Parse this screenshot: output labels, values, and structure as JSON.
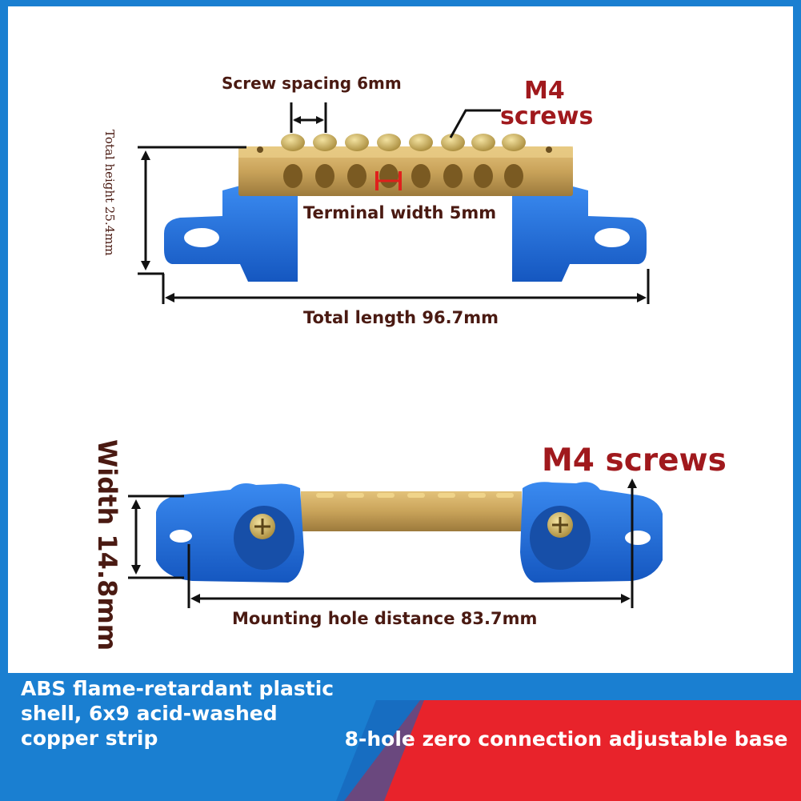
{
  "top_view": {
    "screw_spacing_label": "Screw spacing 6mm",
    "m4_label_line1": "M4",
    "m4_label_line2": "screws",
    "total_height_label": "Total height 25.4mm",
    "terminal_width_label": "Terminal width 5mm",
    "total_length_label": "Total length 96.7mm"
  },
  "side_view": {
    "m4_label": "M4 screws",
    "width_label": "Width 14.8mm",
    "mounting_hole_label": "Mounting hole distance 83.7mm"
  },
  "banner": {
    "left_text": "ABS flame-retardant plastic shell, 6x9 acid-washed copper strip",
    "right_text": "8-hole zero connection adjustable base"
  },
  "colors": {
    "frame_blue": "#1a7fd1",
    "banner_red": "#e8232b",
    "plastic_blue": "#1f6fd6",
    "brass": "#c9a35a",
    "label_dark": "#4a1a12",
    "label_red": "#a0191d"
  }
}
